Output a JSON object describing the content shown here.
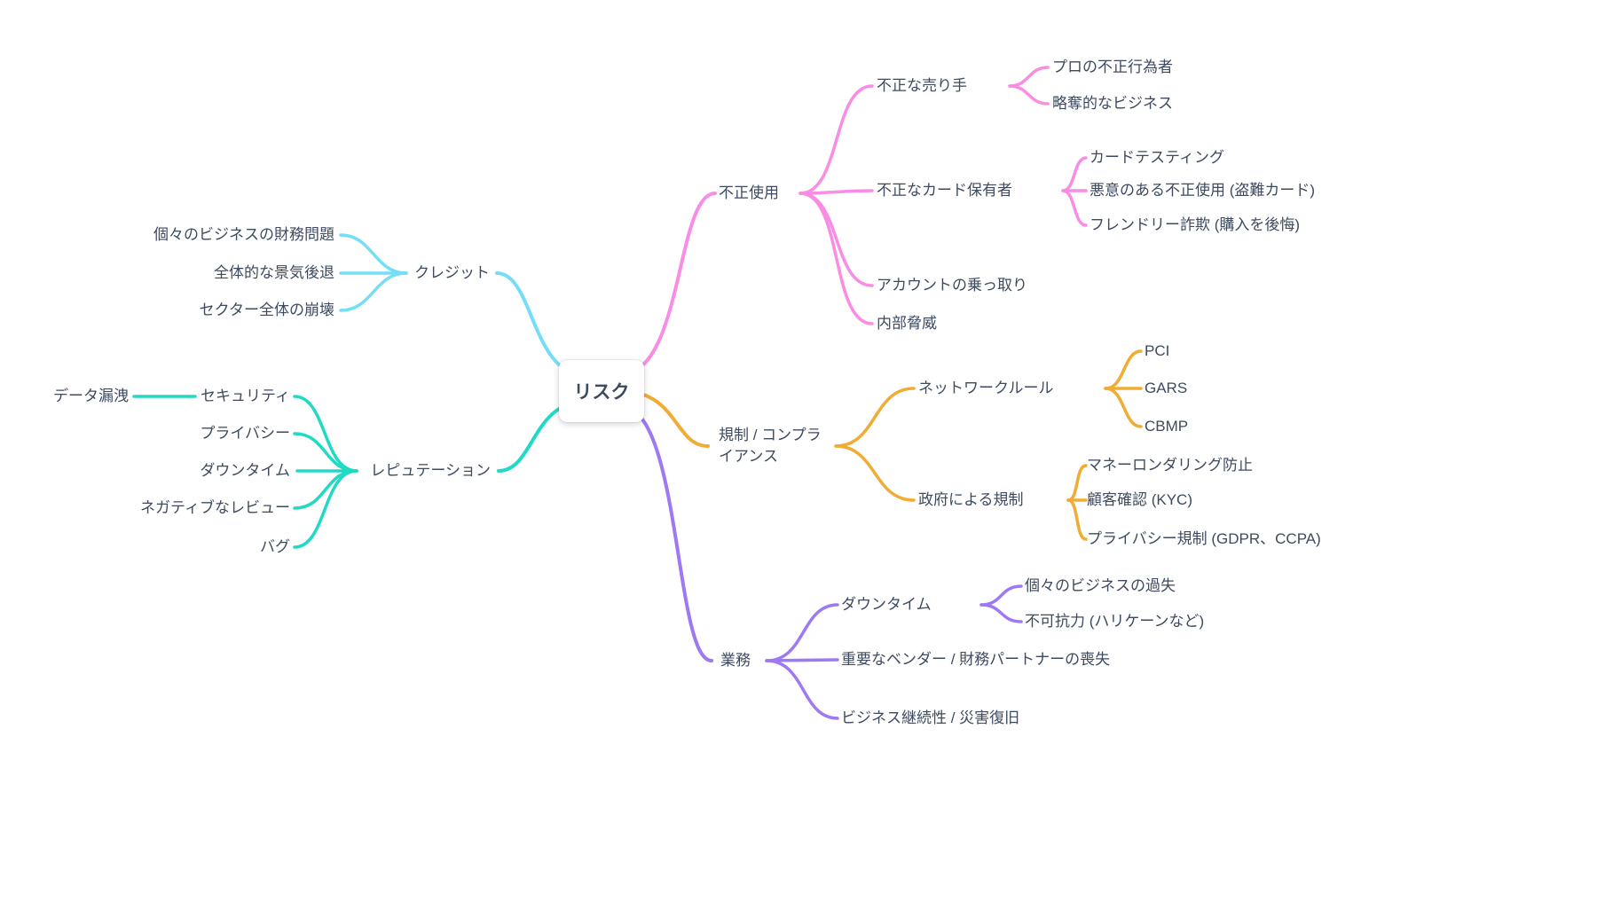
{
  "colors": {
    "credit": "#74DEF6",
    "reputation": "#20DAC6",
    "fraud": "#F98CE4",
    "regulatory": "#F1AC35",
    "operations": "#9D79F4",
    "text": "#3D4A5F",
    "background": "#FFFFFF"
  },
  "root": {
    "label": "リスク"
  },
  "branches": {
    "credit": {
      "label": "クレジット",
      "children": [
        {
          "label": "個々のビジネスの財務問題"
        },
        {
          "label": "全体的な景気後退"
        },
        {
          "label": "セクター全体の崩壊"
        }
      ]
    },
    "reputation": {
      "label": "レピュテーション",
      "children": [
        {
          "label": "セキュリティ",
          "children": [
            {
              "label": "データ漏洩"
            }
          ]
        },
        {
          "label": "プライバシー"
        },
        {
          "label": "ダウンタイム"
        },
        {
          "label": "ネガティブなレビュー"
        },
        {
          "label": "バグ"
        }
      ]
    },
    "fraud": {
      "label": "不正使用",
      "children": [
        {
          "label": "不正な売り手",
          "children": [
            {
              "label": "プロの不正行為者"
            },
            {
              "label": "略奪的なビジネス"
            }
          ]
        },
        {
          "label": "不正なカード保有者",
          "children": [
            {
              "label": "カードテスティング"
            },
            {
              "label": "悪意のある不正使用 (盗難カード)"
            },
            {
              "label": "フレンドリー詐欺 (購入を後悔)"
            }
          ]
        },
        {
          "label": "アカウントの乗っ取り"
        },
        {
          "label": "内部脅威"
        }
      ]
    },
    "regulatory": {
      "label": "規制 / コンプライアンス",
      "children": [
        {
          "label": "ネットワークルール",
          "children": [
            {
              "label": "PCI"
            },
            {
              "label": "GARS"
            },
            {
              "label": "CBMP"
            }
          ]
        },
        {
          "label": "政府による規制",
          "children": [
            {
              "label": "マネーロンダリング防止"
            },
            {
              "label": "顧客確認 (KYC)"
            },
            {
              "label": "プライバシー規制 (GDPR、CCPA)"
            }
          ]
        }
      ]
    },
    "operations": {
      "label": "業務",
      "children": [
        {
          "label": "ダウンタイム",
          "children": [
            {
              "label": "個々のビジネスの過失"
            },
            {
              "label": "不可抗力 (ハリケーンなど)"
            }
          ]
        },
        {
          "label": "重要なベンダー / 財務パートナーの喪失"
        },
        {
          "label": "ビジネス継続性 / 災害復旧"
        }
      ]
    }
  }
}
